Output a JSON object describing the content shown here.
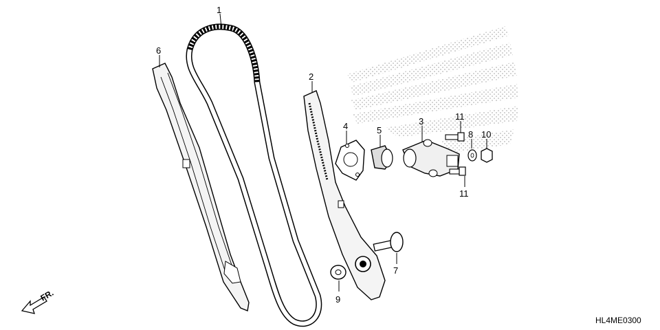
{
  "callouts": {
    "c1": "1",
    "c2": "2",
    "c3": "3",
    "c4": "4",
    "c5": "5",
    "c6": "6",
    "c7": "7",
    "c8": "8",
    "c9": "9",
    "c10": "10",
    "c11a": "11",
    "c11b": "11"
  },
  "direction_label": "FR.",
  "diagram_code": "HL4ME0300"
}
